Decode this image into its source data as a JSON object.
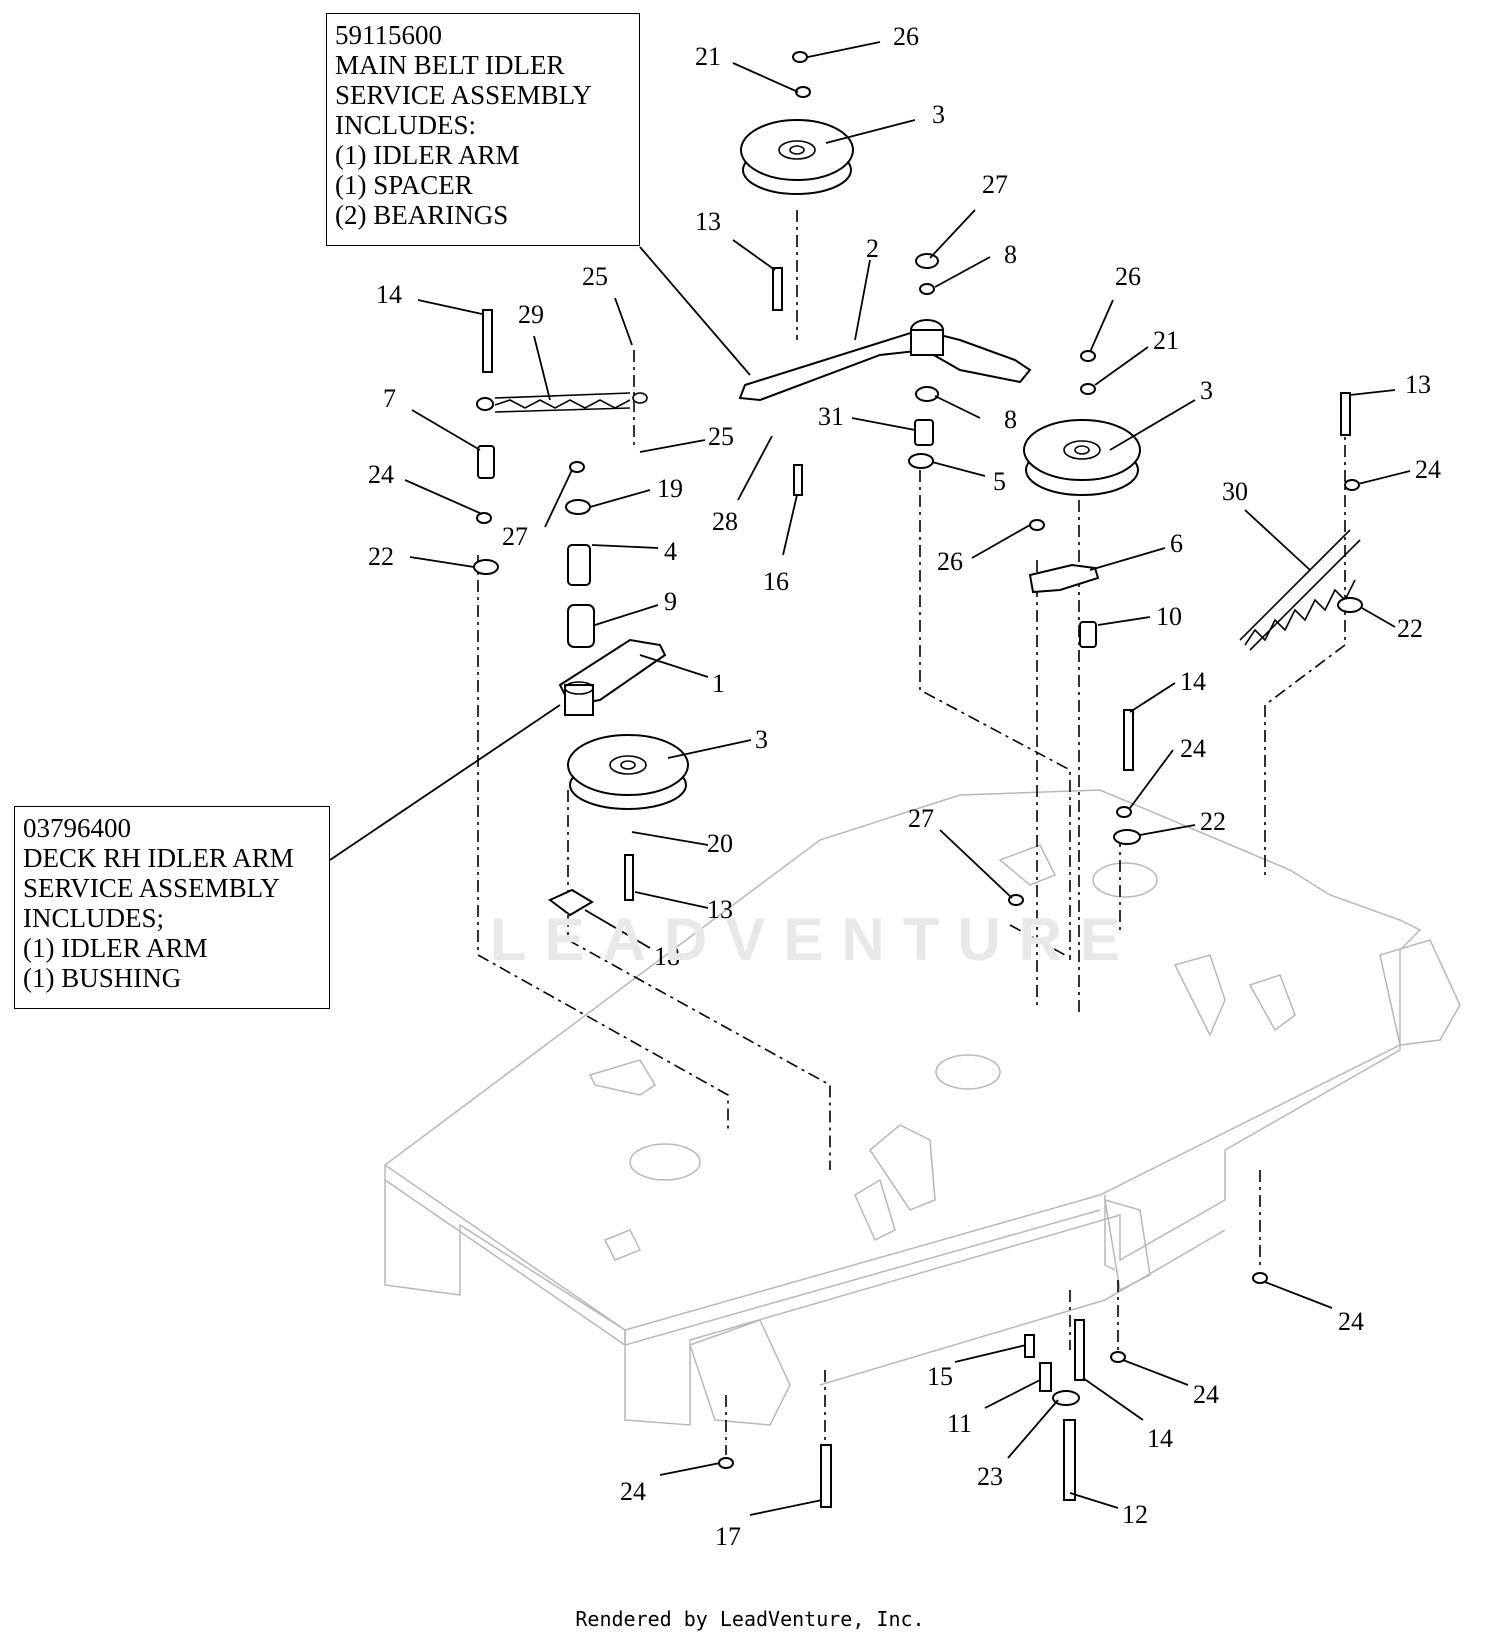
{
  "boxes": {
    "main_idler": {
      "part_number": "59115600",
      "lines": [
        "MAIN BELT IDLER",
        "SERVICE ASSEMBLY",
        "INCLUDES:",
        "(1) IDLER ARM",
        "(1) SPACER",
        "(2) BEARINGS"
      ]
    },
    "rh_idler": {
      "part_number": "03796400",
      "lines": [
        "DECK RH IDLER ARM",
        "SERVICE ASSEMBLY",
        "INCLUDES;",
        "(1) IDLER ARM",
        "(1)  BUSHING"
      ]
    }
  },
  "callouts": {
    "c26a": "26",
    "c21a": "21",
    "c3a": "3",
    "c27a": "27",
    "c13a": "13",
    "c2": "2",
    "c8a": "8",
    "c26b": "26",
    "c21b": "21",
    "c14a": "14",
    "c29": "29",
    "c25a": "25",
    "c7": "7",
    "c25b": "25",
    "c28": "28",
    "c31": "31",
    "c8b": "8",
    "c3b": "3",
    "c13b": "13",
    "c24a": "24",
    "c19": "19",
    "c5": "5",
    "c30": "30",
    "c27b": "27",
    "c22a": "22",
    "c4": "4",
    "c16": "16",
    "c26c": "26",
    "c6": "6",
    "c22b": "22",
    "c9": "9",
    "c10": "10",
    "c1": "1",
    "c14b": "14",
    "c3c": "3",
    "c24b": "24",
    "c22c": "22",
    "c20": "20",
    "c27c": "27",
    "c13c": "13",
    "c18": "18",
    "c24c": "24",
    "c15": "15",
    "c24d": "24",
    "c11": "11",
    "c14c": "14",
    "c23": "23",
    "c24e": "24",
    "c17": "17",
    "c12": "12"
  },
  "watermark": "LEADVENTURE",
  "footer": "Rendered by LeadVenture, Inc."
}
